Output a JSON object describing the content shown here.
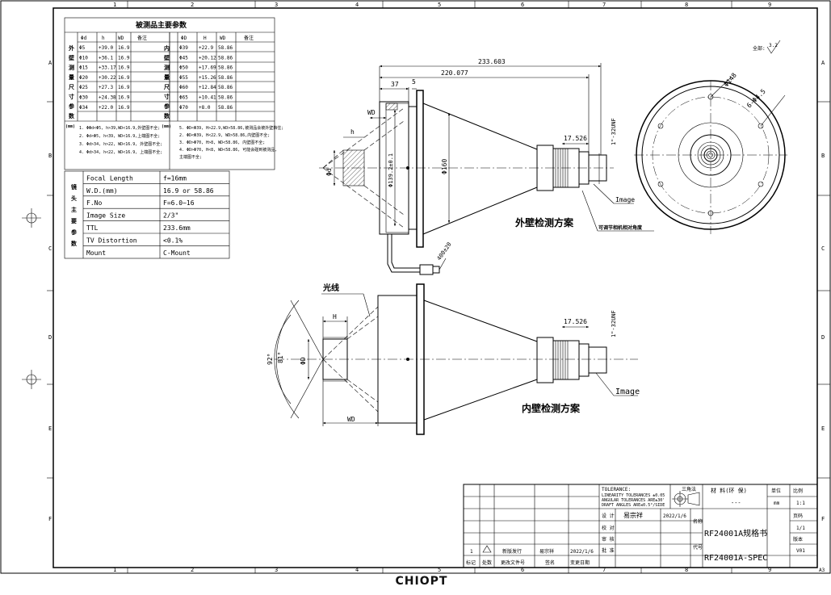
{
  "sheet": {
    "col_labels": [
      "1",
      "2",
      "3",
      "4",
      "5",
      "6",
      "7",
      "8",
      "9"
    ],
    "row_labels": [
      "A",
      "B",
      "C",
      "D",
      "E",
      "F"
    ],
    "paper_size": "A3",
    "roughness_label": "全部:",
    "roughness_value": "3.2"
  },
  "param_table": {
    "title": "被测品主要参数",
    "left_headers": [
      "Φd",
      "h",
      "WD",
      "备注"
    ],
    "left_side_label": [
      "外",
      "壁",
      "测",
      "量",
      "尺",
      "寸",
      "参",
      "数",
      "(mm)"
    ],
    "left_rows": [
      [
        "Φ5",
        "+39.0",
        "16.9",
        ""
      ],
      [
        "Φ10",
        "+36.1",
        "16.9",
        ""
      ],
      [
        "Φ15",
        "+33.17",
        "16.9",
        ""
      ],
      [
        "Φ20",
        "+30.22",
        "16.9",
        ""
      ],
      [
        "Φ25",
        "+27.3",
        "16.9",
        ""
      ],
      [
        "Φ30",
        "+24.38",
        "16.9",
        ""
      ],
      [
        "Φ34",
        "+22.0",
        "16.9",
        ""
      ]
    ],
    "left_notes": [
      "1. ΦΦd<Φ5, h>39,WD<16.9,外壁图不全;",
      "2. Φd<Φ5, h<39, WD<16.9,上端图不全;",
      "3. Φd>34, h>22, WD<16.9, 外壁图不全;",
      "4. Φd>34, h<22, WD<16.9, 上端图不全;"
    ],
    "right_headers": [
      "ΦD",
      "H",
      "WD",
      "备注"
    ],
    "right_side_label": [
      "内",
      "壁",
      "测",
      "量",
      "尺",
      "寸",
      "参",
      "数",
      "(mm)"
    ],
    "right_rows": [
      [
        "Φ39",
        "+22.9",
        "58.86",
        ""
      ],
      [
        "Φ45",
        "+20.12",
        "58.86",
        ""
      ],
      [
        "Φ50",
        "+17.69",
        "58.86",
        ""
      ],
      [
        "Φ55",
        "+15.26",
        "58.86",
        ""
      ],
      [
        "Φ60",
        "+12.84",
        "58.86",
        ""
      ],
      [
        "Φ65",
        "+10.41",
        "58.86",
        ""
      ],
      [
        "Φ70",
        "+8.0",
        "58.86",
        ""
      ]
    ],
    "right_notes": [
      "5. ΦD<Φ39, H>22.9,WD>58.86,被测品会被外壁挡住;",
      "2. ΦD<Φ39, H<22.9, WD>58.86,内壁图不全;",
      "3. ΦD>Φ70, H>8, WD<58.86, 内壁图不全;",
      "4. ΦD>Φ70, H<8, WD<58.86, 可能会碰到被测品,",
      "主端图不全;"
    ]
  },
  "lens_table": {
    "side_label": [
      "镜",
      "头",
      "主",
      "要",
      "参",
      "数"
    ],
    "rows": [
      [
        "Focal Length",
        "f=16mm"
      ],
      [
        "W.D.(mm)",
        "16.9 or 58.86"
      ],
      [
        "F.No",
        "F=6.0~16"
      ],
      [
        "Image Size",
        "2/3\""
      ],
      [
        "TTL",
        "233.6mm"
      ],
      [
        "TV Distortion",
        "<0.1%"
      ],
      [
        "Mount",
        "C-Mount"
      ]
    ]
  },
  "top_view": {
    "dim_total": "233.603",
    "dim_220": "220.077",
    "dim_37": "37",
    "dim_5": "5",
    "dim_wd": "WD",
    "dim_h": "h",
    "dim_d": "Φd",
    "dim_139": "Φ139.2±0.1",
    "dim_160": "Φ160",
    "dim_17526": "17.526",
    "dim_thread": "1\"-32UNF",
    "image_label": "Image",
    "cable_label": "400±20",
    "focus_label": "可调节相机相对角度",
    "caption": "外壁检测方案"
  },
  "side_view": {
    "dim_148": "Φ148",
    "dim_holes": "6-Φ4.5"
  },
  "bottom_view": {
    "light_label": "光线",
    "dim_H": "H",
    "dim_D": "ΦD",
    "dim_wd": "WD",
    "angle_92": "92°",
    "angle_81": "81°",
    "dim_17526": "17.526",
    "dim_thread": "1\"-32UNF",
    "image_label": "Image",
    "caption": "内壁检测方案"
  },
  "title_block": {
    "tolerance_title": "TOLERANCE:",
    "tol_linear": "LINEARITY TOLERANCES ±0.05",
    "tol_angular": "ANGULAR TOLERANCES ARE±30'",
    "tol_draft": "DRAFT ANGLES ARE≤0.5°/SIDE",
    "projection_label": "三角法",
    "material_label": "材 料(环 保)",
    "material_value": "---",
    "unit_label": "单位",
    "unit_value": "mm",
    "scale_label": "比例",
    "scale_value": "1:1",
    "design_label": "设 计",
    "designer": "易宗祥",
    "design_date": "2022/1/6",
    "check_label": "校 对",
    "review_label": "审 核",
    "approve_label": "批 准",
    "name_label": "名称",
    "name_value": "RF24001A规格书",
    "code_label": "代号",
    "code_value": "RF24001A-SPEC",
    "page_label": "页码",
    "page_value": "1/1",
    "version_label": "版本",
    "version_value": "V01",
    "rev_row": [
      "1",
      "新版发行",
      "易宗祥",
      "2022/1/6"
    ],
    "rev_headers": [
      "标记",
      "处数",
      "更改文件号",
      "签名",
      "变更日期"
    ]
  },
  "footer": {
    "logo": "CHIOPT"
  }
}
